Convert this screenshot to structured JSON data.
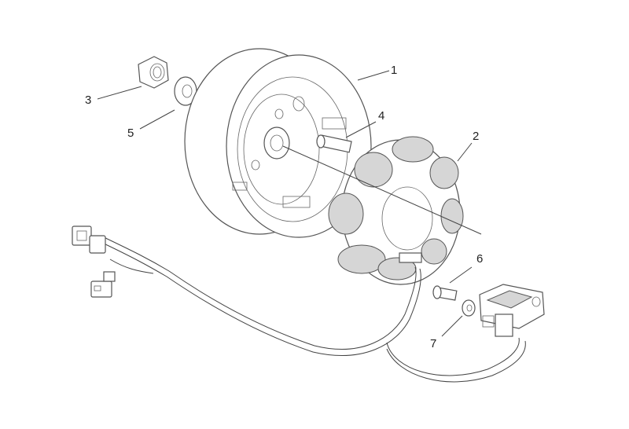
{
  "callouts": [
    {
      "id": "1",
      "label": "1"
    },
    {
      "id": "2",
      "label": "2"
    },
    {
      "id": "3",
      "label": "3"
    },
    {
      "id": "4",
      "label": "4"
    },
    {
      "id": "5",
      "label": "5"
    },
    {
      "id": "6",
      "label": "6"
    },
    {
      "id": "7",
      "label": "7"
    }
  ],
  "colors": {
    "line": "#444444",
    "fill": "#ffffff",
    "shade": "#d6d6d6"
  }
}
